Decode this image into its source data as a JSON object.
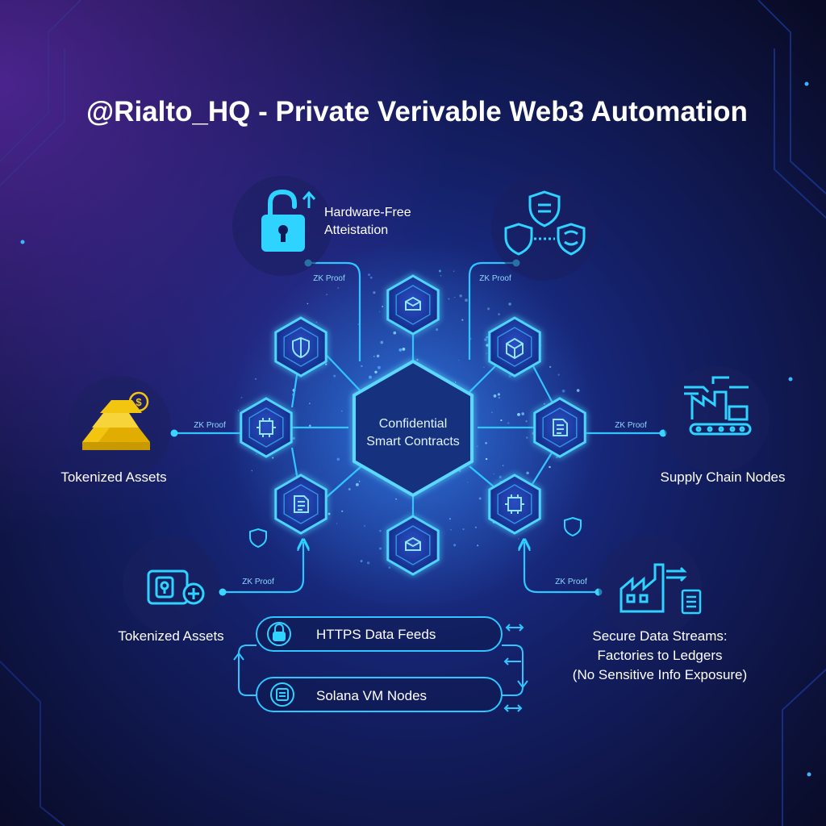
{
  "title": "@Rialto_HQ - Private Verivable Web3 Automation",
  "center": {
    "line1": "Confidential",
    "line2": "Smart Contracts"
  },
  "hardware": {
    "line1": "Hardware-Free",
    "line2": "Atteistation"
  },
  "left_asset_label": "Tokenized Assets",
  "bottom_asset_label": "Tokenized Assets",
  "supply_chain_label": "Supply Chain Nodes",
  "secure_streams": {
    "line1": "Secure Data Streams:",
    "line2": "Factories to Ledgers",
    "line3": "(No Sensitive Info Exposure)"
  },
  "https_feeds_label": "HTTPS Data Feeds",
  "solana_nodes_label": "Solana VM Nodes",
  "zk_proof_label": "ZK Proof",
  "coin_symbol": "$",
  "colors": {
    "background": "#0d1030",
    "accent_cyan": "#27c3ff",
    "node_fill": "#142a78",
    "gold": "#f2c511",
    "text_label": "#7fdcff"
  }
}
